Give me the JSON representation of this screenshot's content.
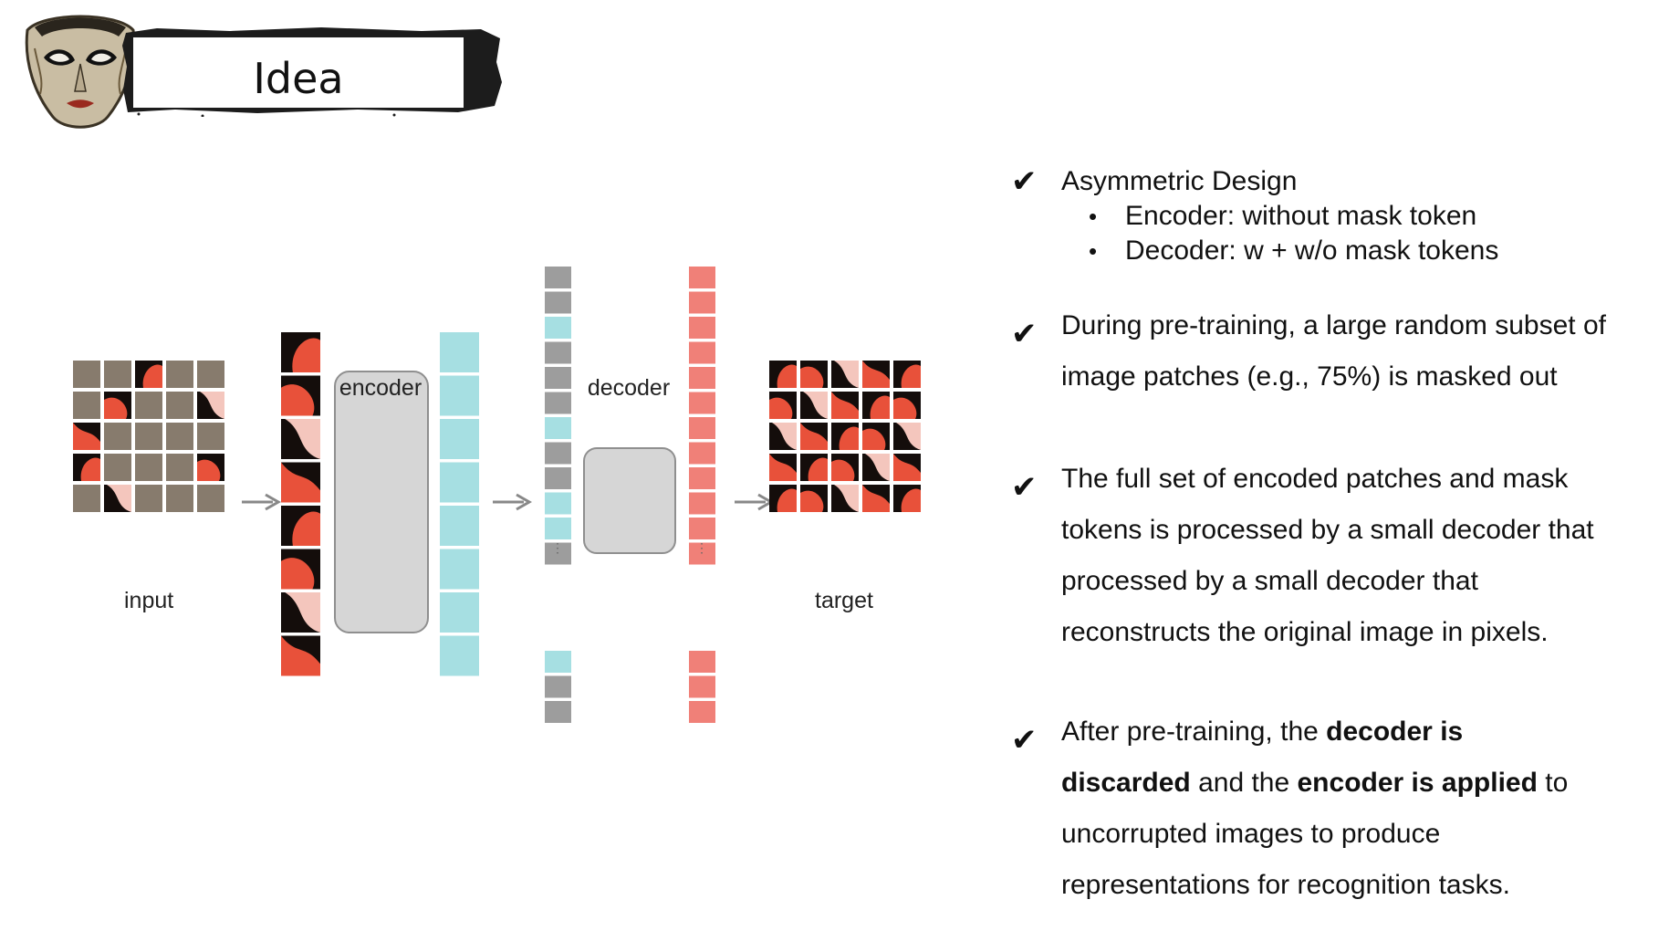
{
  "header": {
    "title": "Idea"
  },
  "diagram": {
    "labels": {
      "input": "input",
      "encoder": "encoder",
      "decoder": "decoder",
      "target": "target"
    },
    "colors": {
      "masked_patch": "#877b6d",
      "visible_token": "#a6dfe2",
      "mask_token": "#9d9d9d",
      "target_token": "#f08078",
      "box_fill": "#d6d6d6",
      "arrow": "#888888"
    }
  },
  "bullets": [
    {
      "text": "Asymmetric Design",
      "sub": [
        "Encoder: without mask token",
        "Decoder: w + w/o mask tokens"
      ]
    },
    {
      "text": "During pre-training, a large random subset of image patches (e.g., 75%) is masked out"
    },
    {
      "text": "The full set of encoded patches and mask tokens is processed by a small decoder that processed by a small decoder that reconstructs the original image in pixels."
    },
    {
      "parts": [
        "After pre-training, the ",
        "decoder is discarded",
        " and the ",
        "encoder is applied",
        " to uncorrupted images to produce representations for recognition tasks."
      ]
    }
  ],
  "check_symbol": "✔"
}
